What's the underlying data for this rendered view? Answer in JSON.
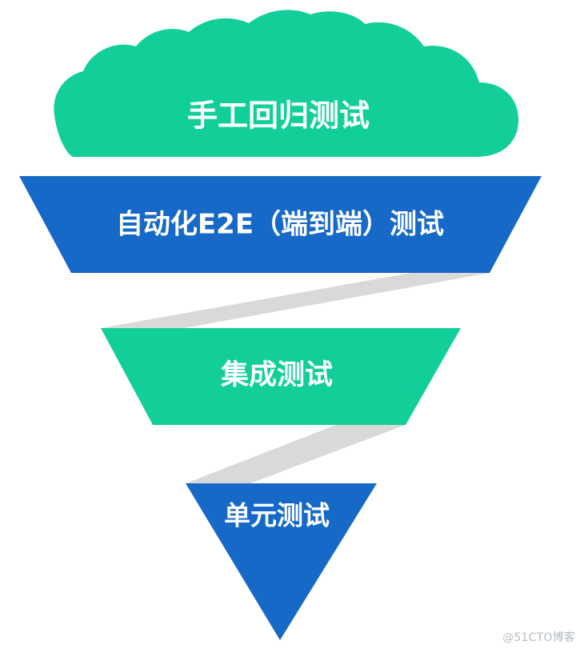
{
  "layers": [
    {
      "label": "手工回归测试",
      "color": "#12cf99"
    },
    {
      "label": "自动化E2E（端到端）测试",
      "color": "#1769c7"
    },
    {
      "label": "集成测试",
      "color": "#12cf99"
    },
    {
      "label": "单元测试",
      "color": "#1769c7"
    }
  ],
  "connector_color": "#d9d9d9",
  "watermark": "@51CTO博客"
}
